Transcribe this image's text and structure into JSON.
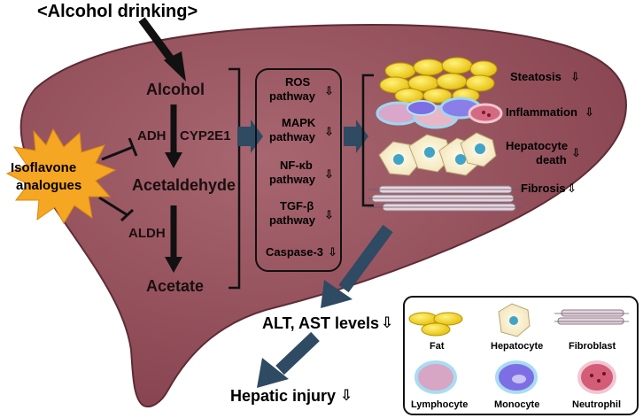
{
  "title": "<Alcohol drinking>",
  "metabolism": {
    "alcohol": "Alcohol",
    "acetaldehyde": "Acetaldehyde",
    "acetate": "Acetate",
    "adh": "ADH",
    "cyp2e1": "CYP2E1",
    "aldh": "ALDH"
  },
  "inhibitor": {
    "line1": "Isoflavone",
    "line2": "analogues"
  },
  "pathways": [
    {
      "line1": "ROS",
      "line2": "pathway"
    },
    {
      "line1": "MAPK",
      "line2": "pathway"
    },
    {
      "line1": "NF-κb",
      "line2": "pathway"
    },
    {
      "line1": "TGF-β",
      "line2": "pathway"
    },
    {
      "line1": "Caspase-3",
      "line2": ""
    }
  ],
  "outcomes": {
    "steatosis": "Steatosis",
    "inflammation": "Inflammation",
    "hepatocyte_death_1": "Hepatocyte",
    "hepatocyte_death_2": "death",
    "fibrosis": "Fibrosis"
  },
  "results": {
    "alt_ast": "ALT, AST levels",
    "injury": "Hepatic injury"
  },
  "legend": [
    {
      "label": "Fat",
      "icon": "fat-icon"
    },
    {
      "label": "Hepatocyte",
      "icon": "hepatocyte-icon"
    },
    {
      "label": "Fibroblast",
      "icon": "fibroblast-icon"
    },
    {
      "label": "Lymphocyte",
      "icon": "lymphocyte-icon"
    },
    {
      "label": "Monocyte",
      "icon": "monocyte-icon"
    },
    {
      "label": "Neutrophil",
      "icon": "neutrophil-icon"
    }
  ],
  "colors": {
    "liver": "#9e5963",
    "liver_dark": "#6e3640",
    "arrow_blue": "#2f4a63",
    "burst": "#f5a623",
    "fat": "#f4d41c"
  }
}
